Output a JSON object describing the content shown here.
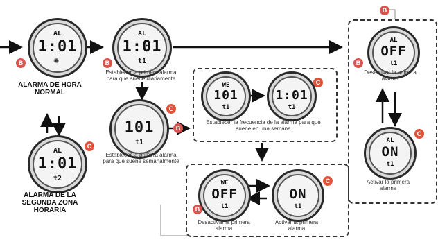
{
  "watches": {
    "w1": {
      "top": "AL",
      "main": "1:01",
      "sub": "",
      "buttons": [
        "B"
      ]
    },
    "w2": {
      "top": "AL",
      "main": "1:01",
      "sub": "t1",
      "buttons": [
        "B"
      ]
    },
    "w3": {
      "top": "",
      "main": "101",
      "sub": "t1",
      "buttons": [
        "C"
      ]
    },
    "w4": {
      "top": "WE",
      "main": "101",
      "sub": "t1",
      "buttons": []
    },
    "w5": {
      "top": "",
      "main": "1:01",
      "sub": "t1",
      "buttons": [
        "C"
      ]
    },
    "w6": {
      "top": "AL",
      "main": "OFF",
      "sub": "t1",
      "buttons": [
        "B"
      ]
    },
    "w7": {
      "top": "AL",
      "main": "ON",
      "sub": "t1",
      "buttons": [
        "C"
      ]
    },
    "w8": {
      "top": "AL",
      "main": "1:01",
      "sub": "t2",
      "buttons": [
        "C"
      ]
    },
    "w9": {
      "top": "WE",
      "main": "OFF",
      "sub": "t1",
      "buttons": [
        "B"
      ]
    },
    "w10": {
      "top": "",
      "main": "ON",
      "sub": "t1",
      "buttons": [
        "C"
      ]
    }
  },
  "labels": {
    "normal_alarm": "ALARMA DE HORA NORMAL",
    "second_zone": "ALARMA DE LA SEGUNDA ZONA HORARIA",
    "daily": "Establecer la primera alarma para que suene diariamente",
    "weekly": "Establecer la primera alarma para que suene semanalmente",
    "frequency": "Establecer la frecuencia de la alarma para que suene en una semana",
    "deactivate_right": "Desactivar la primera alarma",
    "activate_right": "Activar la primera alarma",
    "deactivate_bottom": "Desactivar la primera alarma",
    "activate_bottom": "Activar la primera alarma"
  },
  "button_labels": {
    "b": "B",
    "c": "C"
  }
}
